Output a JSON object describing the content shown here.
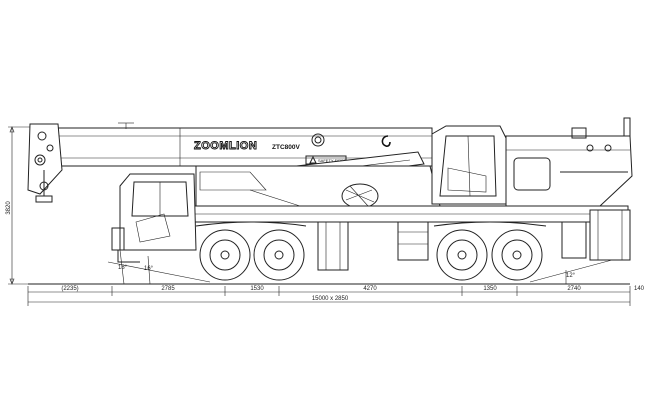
{
  "drawing": {
    "brand_text": "ZOOMLION",
    "model_text": "ZTC800V",
    "warning_text": "SAFETY FIRST",
    "overall_height": "3820",
    "overall_length": "15000 x 2850",
    "segments": [
      "(2235)",
      "2785",
      "1530",
      "4270",
      "1350",
      "2740",
      "140"
    ],
    "approach_angle_left_a": "18°",
    "approach_angle_left_b": "16°",
    "departure_angle": "12°",
    "colors": {
      "line": "#222222",
      "background": "#ffffff"
    }
  }
}
